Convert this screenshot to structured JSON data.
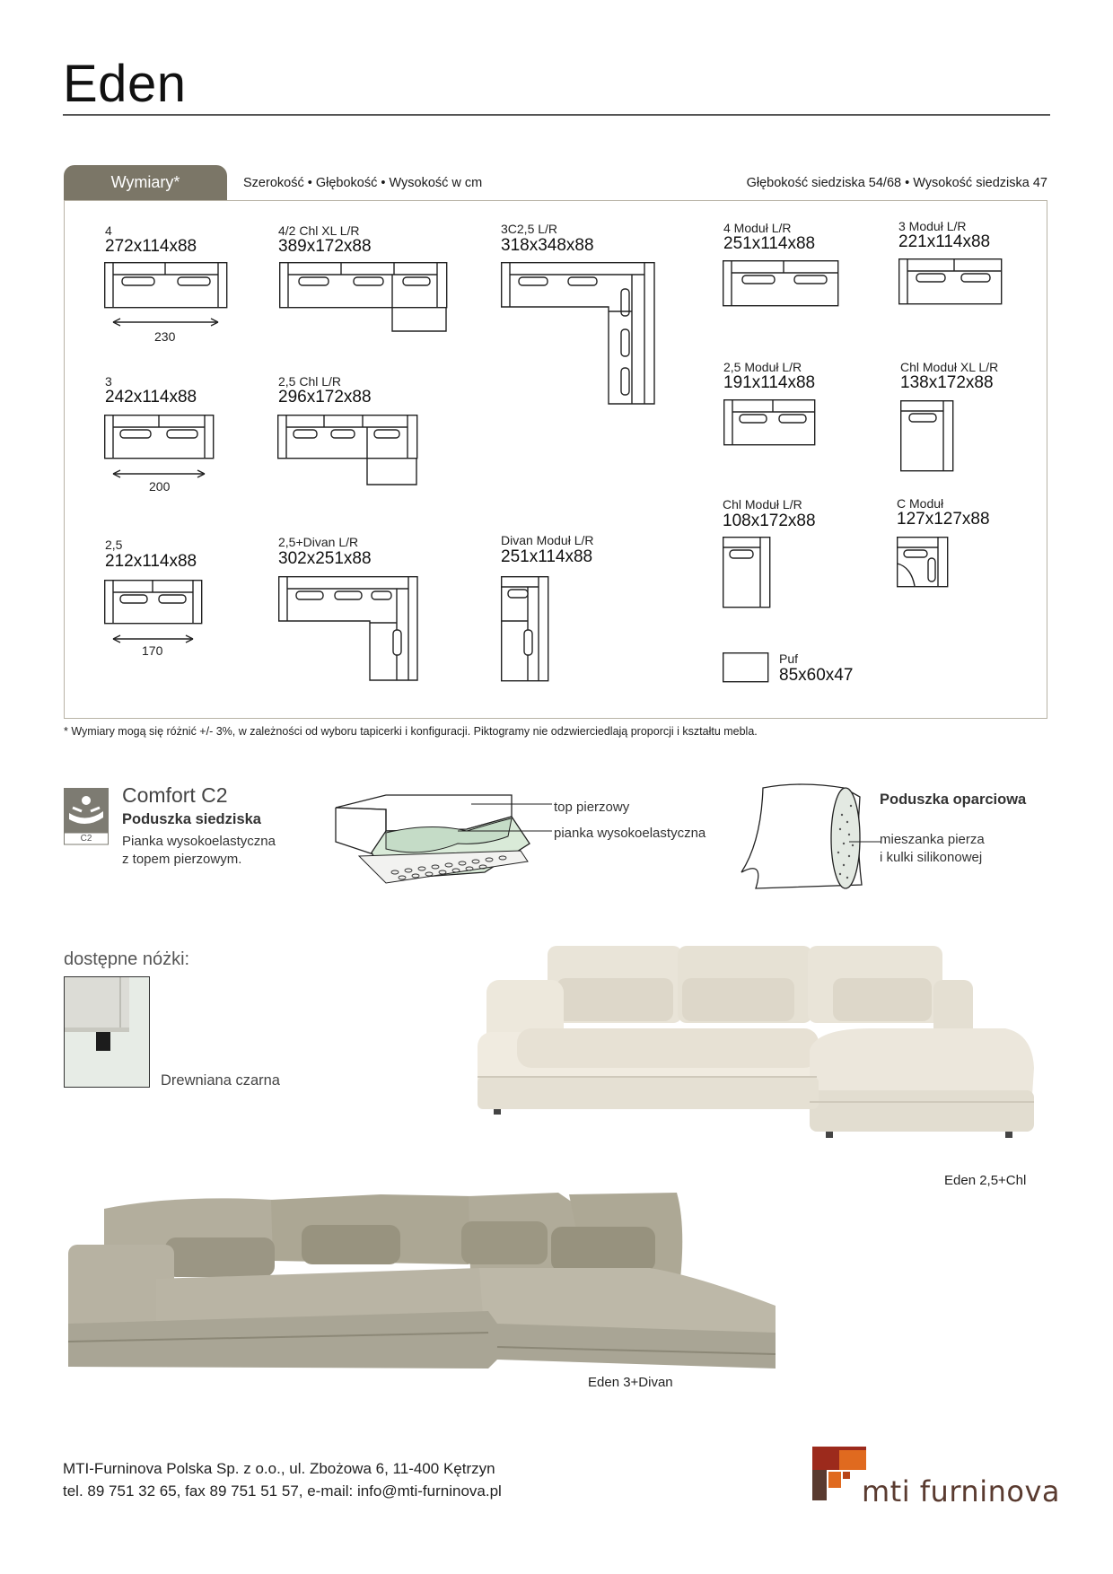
{
  "title": "Eden",
  "dimensions": {
    "tab": "Wymiary*",
    "header_left": "Szerokość • Głębokość • Wysokość w cm",
    "header_right": "Głębokość siedziska 54/68 • Wysokość siedziska 47",
    "items": [
      {
        "name": "4",
        "size": "272x114x88",
        "measure": "230"
      },
      {
        "name": "4/2 Chl XL L/R",
        "size": "389x172x88"
      },
      {
        "name": "3C2,5 L/R",
        "size": "318x348x88"
      },
      {
        "name": "4 Moduł L/R",
        "size": "251x114x88"
      },
      {
        "name": "3 Moduł L/R",
        "size": "221x114x88"
      },
      {
        "name": "3",
        "size": "242x114x88",
        "measure": "200"
      },
      {
        "name": "2,5 Chl L/R",
        "size": "296x172x88"
      },
      {
        "name": "2,5 Moduł L/R",
        "size": "191x114x88"
      },
      {
        "name": "Chl Moduł XL L/R",
        "size": "138x172x88"
      },
      {
        "name": "Chl Moduł L/R",
        "size": "108x172x88"
      },
      {
        "name": "C Moduł",
        "size": "127x127x88"
      },
      {
        "name": "2,5",
        "size": "212x114x88",
        "measure": "170"
      },
      {
        "name": "2,5+Divan L/R",
        "size": "302x251x88"
      },
      {
        "name": "Divan Moduł L/R",
        "size": "251x114x88"
      },
      {
        "name": "Puf",
        "size": "85x60x47"
      }
    ]
  },
  "footnote": "* Wymiary mogą się różnić +/- 3%, w zależności od wyboru tapicerki i konfiguracji. Piktogramy nie odzwierciedlają proporcji i kształtu mebla.",
  "comfort": {
    "badge": "C2",
    "title": "Comfort C2",
    "seat_title": "Poduszka siedziska",
    "seat_desc_1": "Pianka wysokoelastyczna",
    "seat_desc_2": "z topem pierzowym.",
    "label_top": "top pierzowy",
    "label_foam": "pianka wysokoelastyczna",
    "back_title": "Poduszka oparciowa",
    "back_desc_1": "mieszanka pierza",
    "back_desc_2": "i kulki silikonowej"
  },
  "legs": {
    "title": "dostępne nóżki:",
    "label": "Drewniana czarna"
  },
  "photos": {
    "caption_1": "Eden 2,5+Chl",
    "caption_2": "Eden 3+Divan"
  },
  "footer": {
    "line1": "MTI-Furninova Polska Sp. z o.o., ul. Zbożowa 6, 11-400 Kętrzyn",
    "line2": "tel. 89 751 32 65, fax 89 751 51 57, e-mail: info@mti-furninova.pl",
    "logo": "mti furninova"
  },
  "colors": {
    "tab": "#7b7667",
    "cream_sofa": "#ece7dc",
    "grey_sofa": "#a9a595",
    "logo_orange": "#e06a1f",
    "logo_red": "#9c2a1c",
    "logo_brown": "#5a3b30"
  }
}
